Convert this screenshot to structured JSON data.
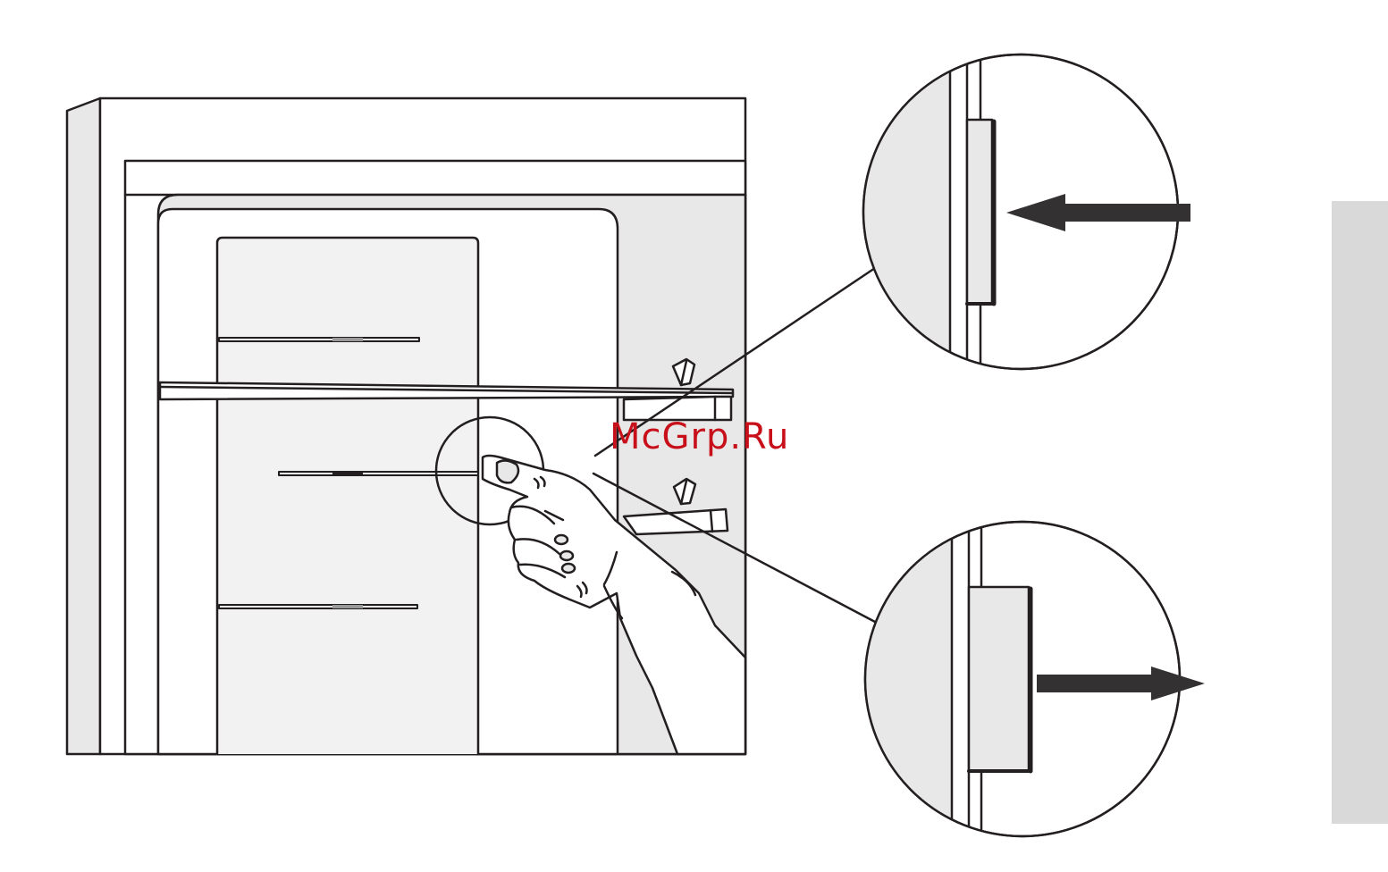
{
  "watermark": {
    "text": "McGrp.Ru",
    "color": "#c8101a"
  },
  "colors": {
    "line": "#231f20",
    "panel_light": "#f2f2f2",
    "panel_mid": "#e8e8e8",
    "arrow": "#333132",
    "side_tab": "#d9d9d9",
    "background": "#ffffff"
  },
  "callouts": [
    {
      "name": "detail-top",
      "arrow": "arrow-left-icon"
    },
    {
      "name": "detail-bottom",
      "arrow": "arrow-right-icon"
    }
  ]
}
